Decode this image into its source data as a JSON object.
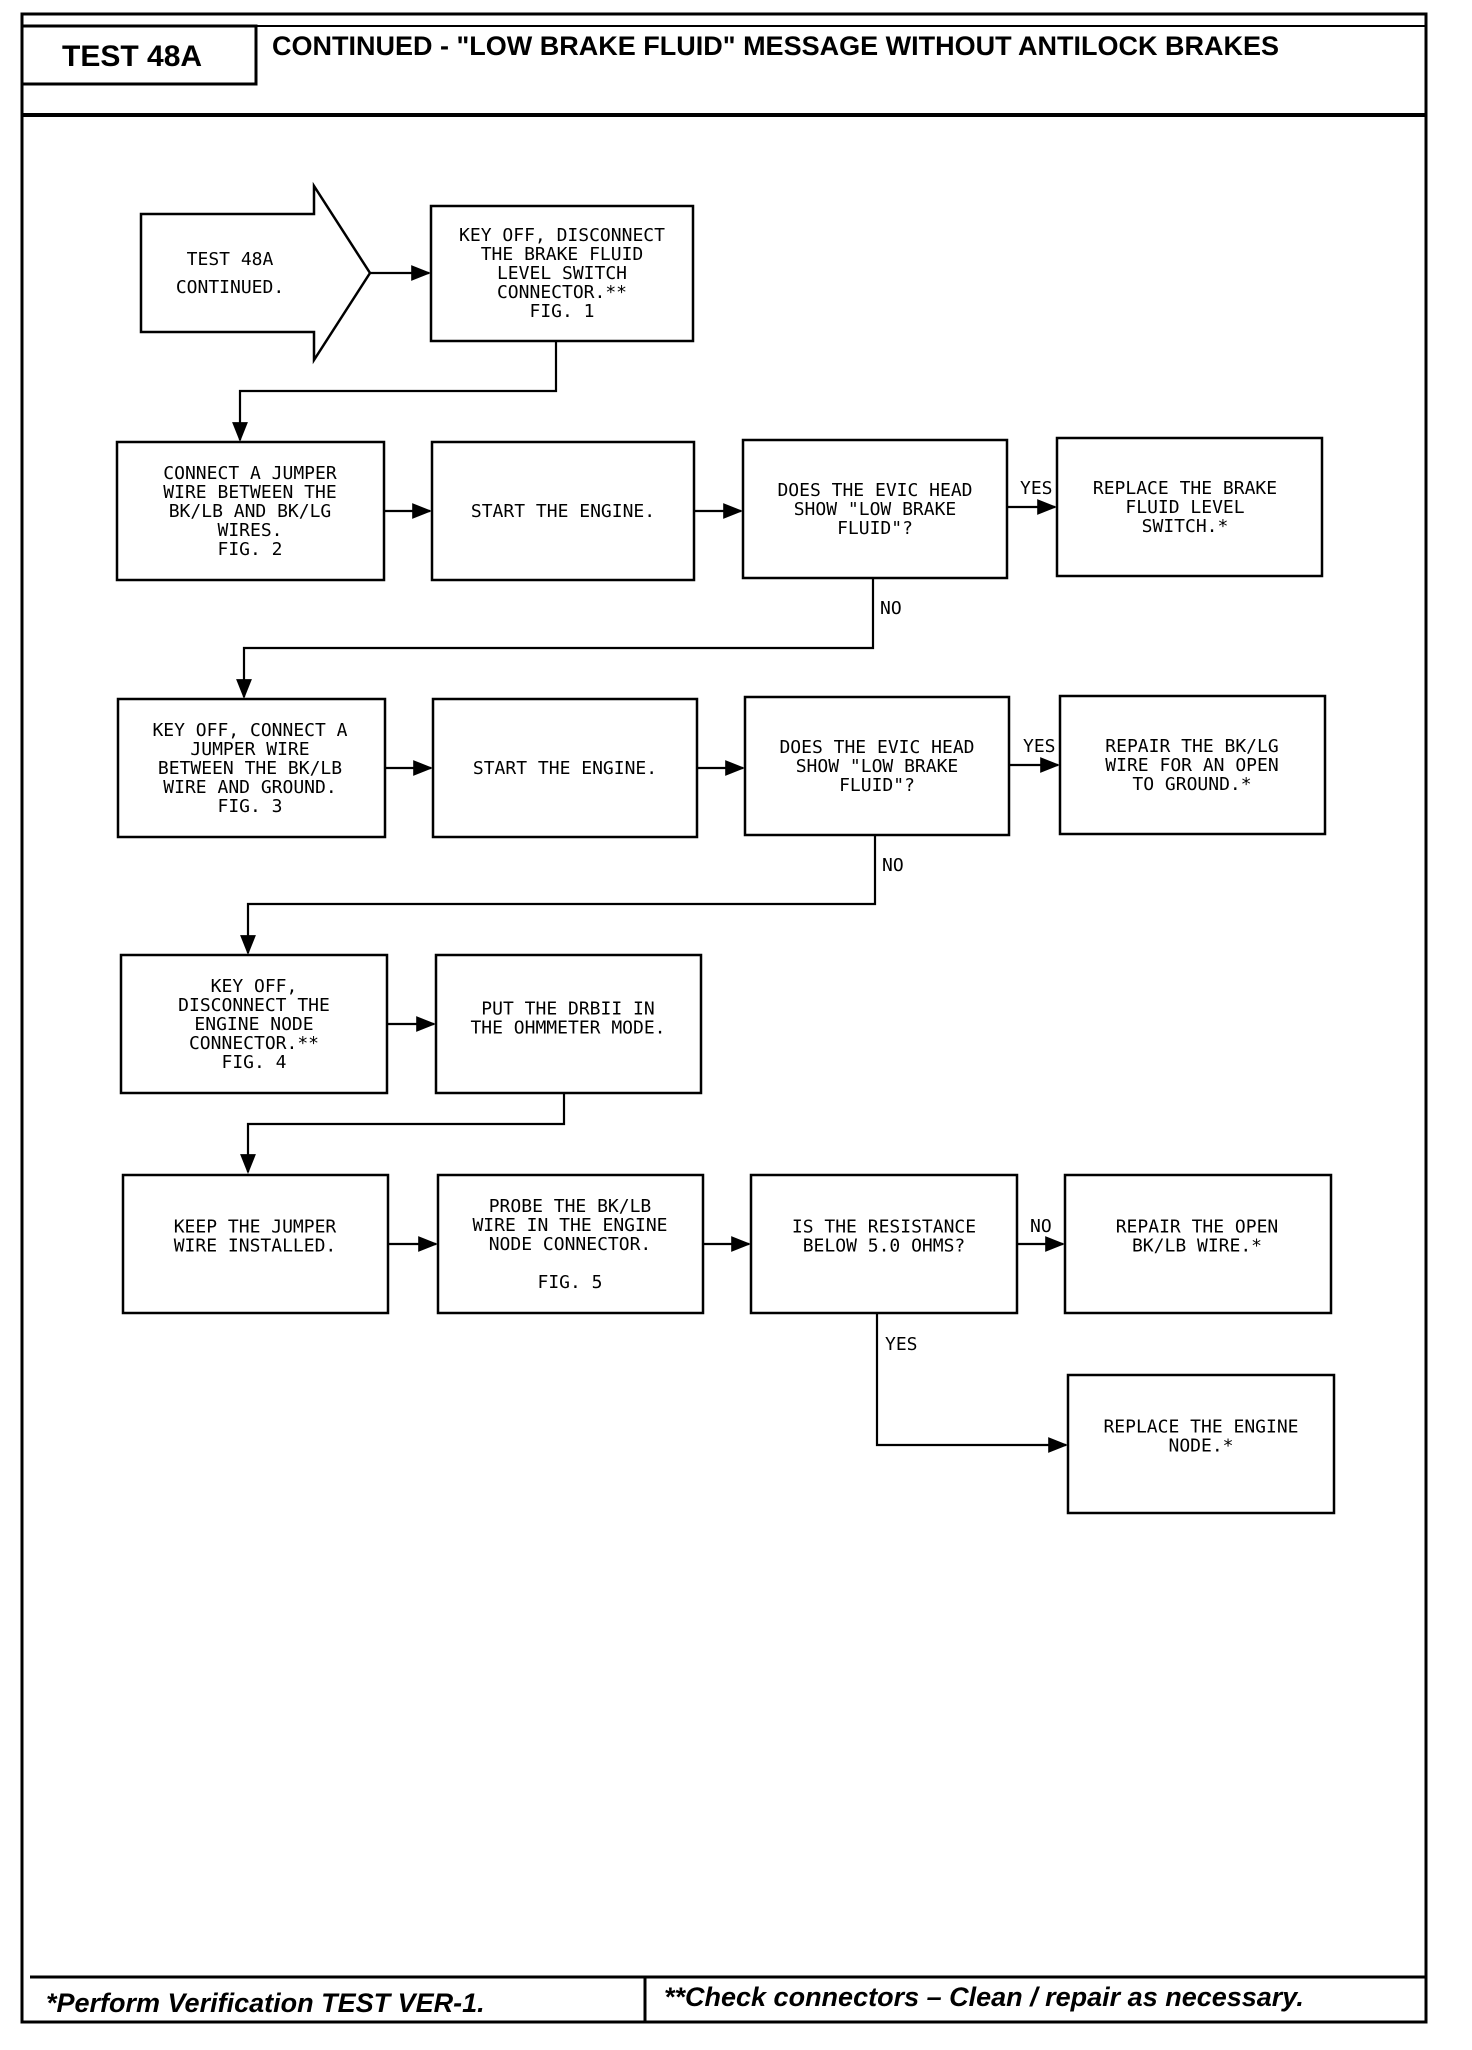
{
  "header": {
    "test_id": "TEST 48A",
    "title": "CONTINUED - \"LOW BRAKE FLUID\" MESSAGE WITHOUT ANTILOCK BRAKES"
  },
  "footer": {
    "left_note": "*Perform Verification TEST VER-1.",
    "right_note": "**Check connectors – Clean / repair as necessary."
  },
  "nodes": {
    "start": [
      "TEST 48A",
      "CONTINUED."
    ],
    "disconnect_switch": [
      "KEY OFF, DISCONNECT",
      "THE BRAKE FLUID",
      "LEVEL SWITCH",
      "CONNECTOR.**",
      "FIG. 1"
    ],
    "jumper_bk_lb_bk_lg": [
      "CONNECT A JUMPER",
      "WIRE BETWEEN THE",
      "BK/LB AND BK/LG",
      "WIRES.",
      "FIG. 2"
    ],
    "start_engine_1": [
      "START THE ENGINE."
    ],
    "evic_check_1": [
      "DOES THE EVIC HEAD",
      "SHOW \"LOW BRAKE",
      "FLUID\"?"
    ],
    "replace_switch": [
      "REPLACE THE BRAKE",
      "FLUID LEVEL",
      "SWITCH.*"
    ],
    "jumper_ground": [
      "KEY OFF, CONNECT A",
      "JUMPER WIRE",
      "BETWEEN THE BK/LB",
      "WIRE AND GROUND.",
      "FIG. 3"
    ],
    "start_engine_2": [
      "START THE ENGINE."
    ],
    "evic_check_2": [
      "DOES THE EVIC HEAD",
      "SHOW \"LOW BRAKE",
      "FLUID\"?"
    ],
    "repair_bk_lg": [
      "REPAIR THE BK/LG",
      "WIRE FOR AN OPEN",
      "TO GROUND.*"
    ],
    "disconnect_node": [
      "KEY OFF,",
      "DISCONNECT THE",
      "ENGINE NODE",
      "CONNECTOR.**",
      "FIG. 4"
    ],
    "ohmmeter_mode": [
      "PUT THE DRBII IN",
      "THE OHMMETER MODE."
    ],
    "keep_jumper": [
      "KEEP THE JUMPER",
      "WIRE INSTALLED."
    ],
    "probe_wire": [
      "PROBE THE BK/LB",
      "WIRE IN THE ENGINE",
      "NODE CONNECTOR.",
      "",
      "FIG. 5"
    ],
    "resistance_check": [
      "IS THE RESISTANCE",
      "BELOW 5.0 OHMS?"
    ],
    "repair_bk_lb": [
      "REPAIR THE OPEN",
      "BK/LB WIRE.*"
    ],
    "replace_node": [
      "REPLACE THE ENGINE",
      "NODE.*"
    ]
  },
  "connector_labels": {
    "yes_1": "YES",
    "no_1": "NO",
    "yes_2": "YES",
    "no_2": "NO",
    "no_3": "NO",
    "yes_3": "YES"
  }
}
